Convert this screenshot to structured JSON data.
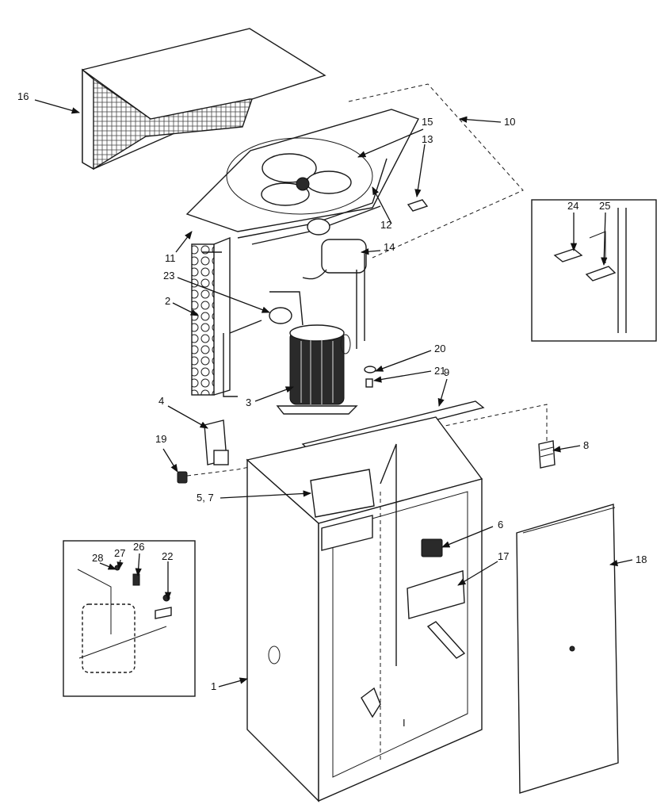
{
  "callouts": [
    {
      "id": "c1",
      "label": "1"
    },
    {
      "id": "c2",
      "label": "2"
    },
    {
      "id": "c3",
      "label": "3"
    },
    {
      "id": "c4",
      "label": "4"
    },
    {
      "id": "c57",
      "label": "5, 7"
    },
    {
      "id": "c6",
      "label": "6"
    },
    {
      "id": "c8",
      "label": "8"
    },
    {
      "id": "c9",
      "label": "9"
    },
    {
      "id": "c10",
      "label": "10"
    },
    {
      "id": "c11",
      "label": "11"
    },
    {
      "id": "c12",
      "label": "12"
    },
    {
      "id": "c13",
      "label": "13"
    },
    {
      "id": "c14",
      "label": "14"
    },
    {
      "id": "c15",
      "label": "15"
    },
    {
      "id": "c16",
      "label": "16"
    },
    {
      "id": "c17",
      "label": "17"
    },
    {
      "id": "c18",
      "label": "18"
    },
    {
      "id": "c19",
      "label": "19"
    },
    {
      "id": "c20",
      "label": "20"
    },
    {
      "id": "c21",
      "label": "21"
    },
    {
      "id": "c22",
      "label": "22"
    },
    {
      "id": "c23",
      "label": "23"
    },
    {
      "id": "c24",
      "label": "24"
    },
    {
      "id": "c25",
      "label": "25"
    },
    {
      "id": "c26",
      "label": "26"
    },
    {
      "id": "c27",
      "label": "27"
    },
    {
      "id": "c28",
      "label": "28"
    }
  ],
  "misc": {
    "floor_mark": "I"
  }
}
